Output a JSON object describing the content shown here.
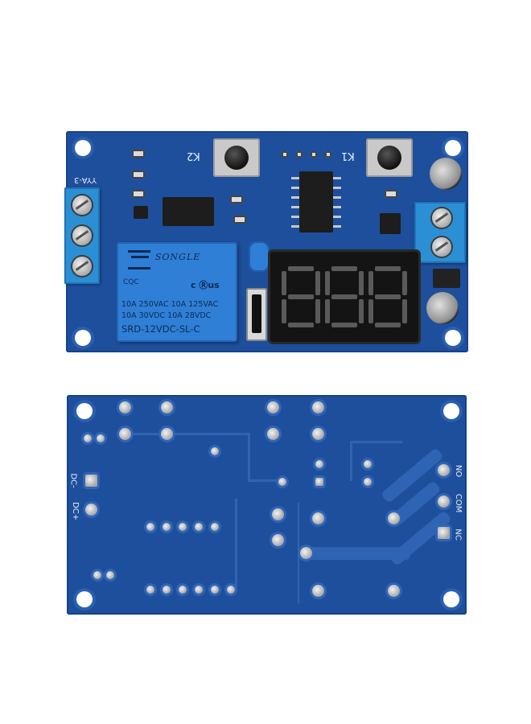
{
  "image": {
    "description_panels": [
      "top",
      "bottom"
    ]
  },
  "top_board": {
    "silk_yya": "YYA-3",
    "k1_label": "K1",
    "k2_label": "K2",
    "relay": {
      "brand": "SONGLE",
      "cert_left": "CQC",
      "cert_right": "c Ⓡus",
      "rating_line1": "10A 250VAC  10A 125VAC",
      "rating_line2": "10A  30VDC  10A  28VDC",
      "model": "SRD-12VDC-SL-C"
    },
    "display_digits": "888"
  },
  "bottom_board": {
    "dc_minus": "DC-",
    "dc_plus": "DC+",
    "no_label": "NO",
    "com_label": "COM",
    "nc_label": "NC"
  },
  "colors": {
    "pcb_blue": "#1e4f9c",
    "relay_blue": "#2f7fd6",
    "terminal_blue": "#2a8fd4",
    "display_black": "#141414"
  }
}
